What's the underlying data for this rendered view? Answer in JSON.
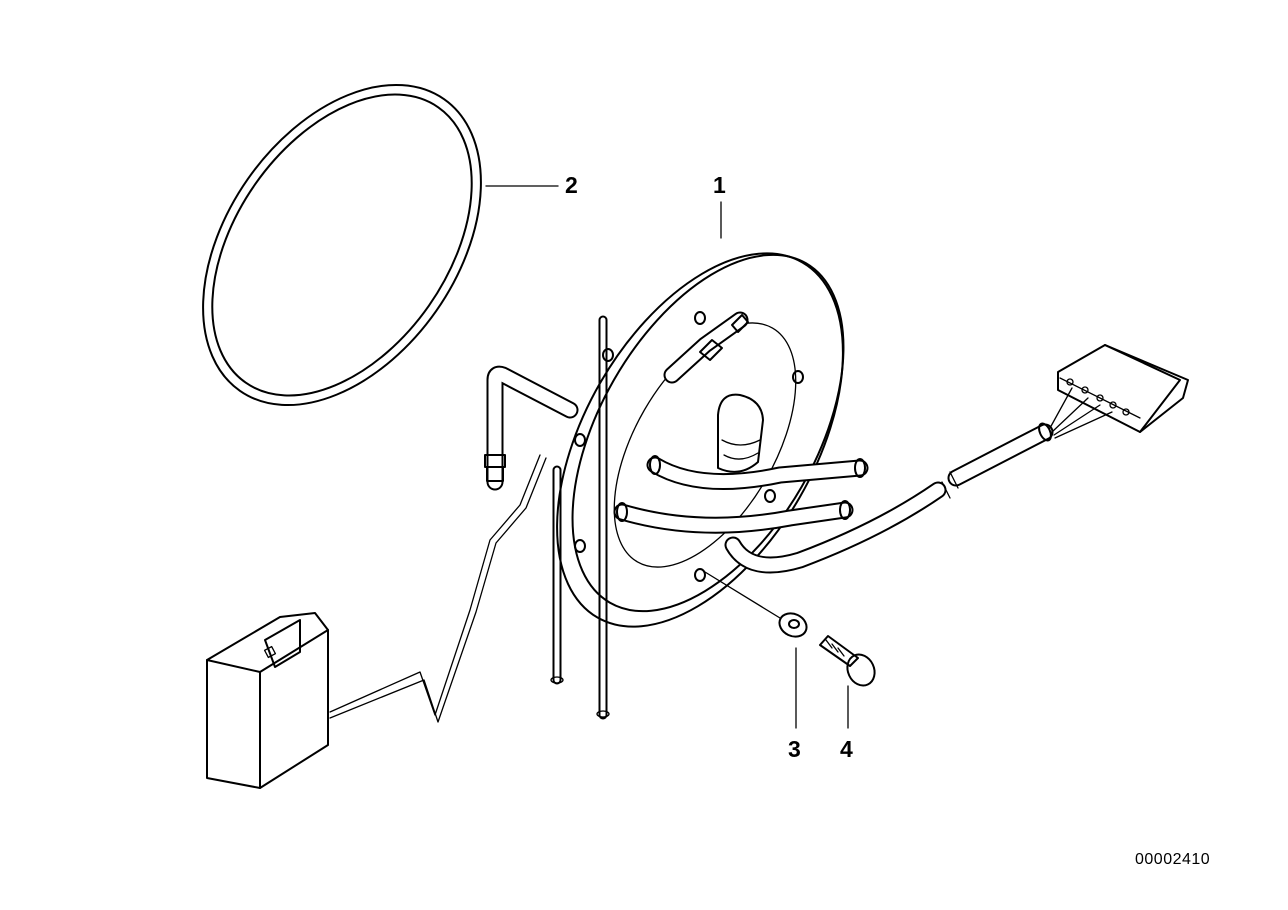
{
  "callouts": {
    "part1": "1",
    "part2": "2",
    "part3": "3",
    "part4": "4"
  },
  "reference_number": "00002410",
  "colors": {
    "line": "#000000",
    "background": "#ffffff",
    "shade": "#d9d9d9"
  }
}
